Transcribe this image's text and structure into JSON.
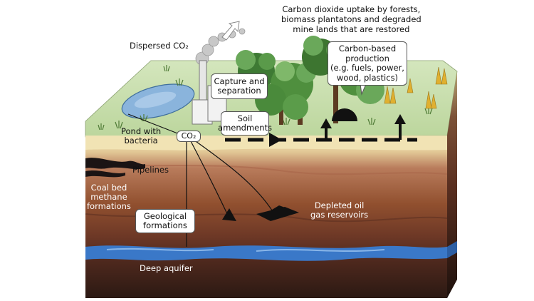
{
  "labels": {
    "dispersed_co2": "Dispersed CO₂",
    "uptake": "Carbon dioxide uptake by forests,\nbiomass plantatons and degraded\nmine lands that are restored",
    "capture": "Capture and\nseparation",
    "soil": "Soil\namendments",
    "carbon_based": "Carbon-based\nproduction\n(e.g. fuels, power,\nwood, plastics)",
    "pond": "Pond with\nbacteria",
    "co2": "CO₂",
    "pipelines": "Pipelines",
    "coal_bed": "Coal bed\nmethane\nformations",
    "depleted": "Depleted oil\ngas reservoirs",
    "geological": "Geological\nformations",
    "aquifer": "Deep aquifer"
  },
  "colors": {
    "grass_top": "#c6dcaa",
    "sand_layer": "#f0e2b0",
    "upper_soil": "#b5795a",
    "mid_rock": "#8a4a32",
    "deep_rock": "#5a2e22",
    "bedrock": "#2c1a14",
    "water": "#3a78c8",
    "tree_green": "#4f8f3e",
    "wheat": "#e0b030"
  }
}
